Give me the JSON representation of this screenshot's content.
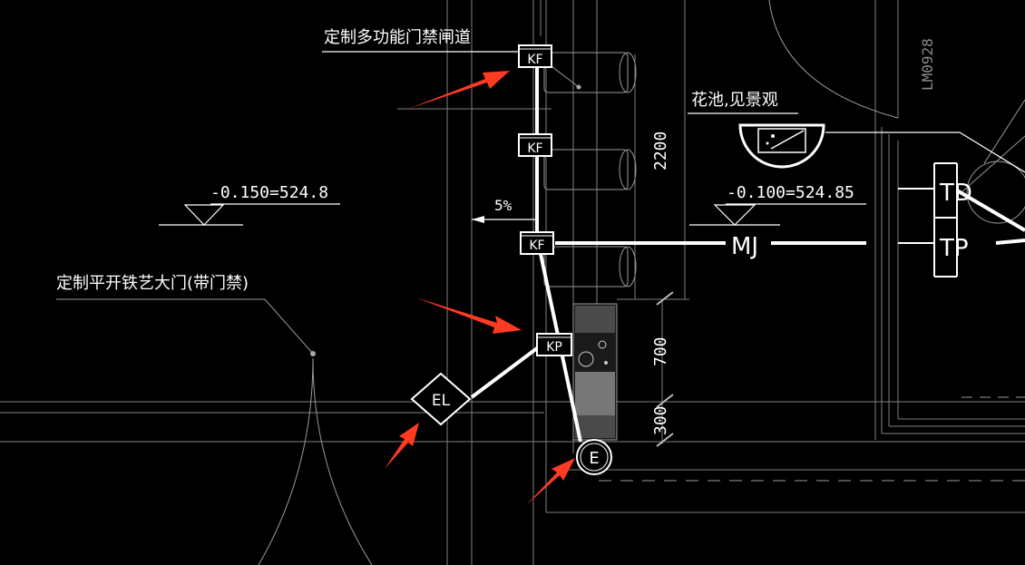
{
  "labels": {
    "gate_label": "定制多功能门禁闸道",
    "iron_gate_label": "定制平开铁艺大门(带门禁)",
    "planter_label": "花池,见景观",
    "elev_left": "-0.150=524.8",
    "elev_right": "-0.100=524.85",
    "slope": "5%",
    "dim_2200": "2200",
    "dim_700": "700",
    "dim_300": "300",
    "ref_code": "LM0928",
    "mj": "MJ",
    "td": "TD",
    "tp": "TP"
  },
  "devices": {
    "kf_1": "KF",
    "kf_2": "KF",
    "kf_3": "KF",
    "kp": "KP",
    "el": "EL",
    "e": "E"
  },
  "colors": {
    "background": "#000000",
    "linework": "#ffffff",
    "gridlines": "#7f7f7f",
    "arrows": "#ff3b22"
  }
}
